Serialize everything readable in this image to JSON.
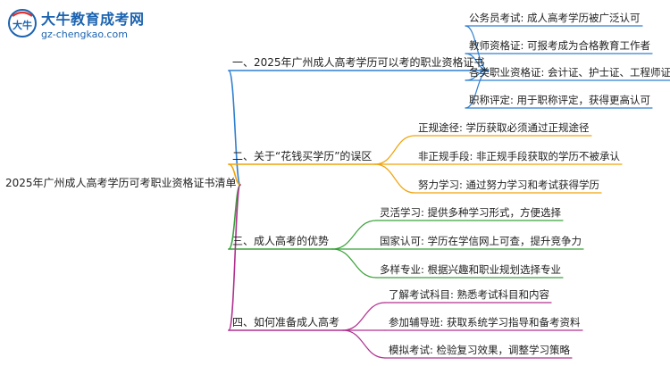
{
  "brand": {
    "name": "大牛教育成考网",
    "url": "gz-chengkao.com",
    "mark_text": "大牛"
  },
  "root": {
    "label": "2025年广州成人高考学历可考职业资格证书清单"
  },
  "branches": [
    {
      "label": "一、2025年广州成人高考学历可以考的职业资格证书",
      "color": "#2f7fd0",
      "children": [
        "公务员考试: 成人高考学历被广泛认可",
        "教师资格证: 可报考成为合格教育工作者",
        "各类职业资格证: 会计证、护士证、工程师证等",
        "职称评定: 用于职称评定，获得更高认可"
      ]
    },
    {
      "label": "二、关于“花钱买学历”的误区",
      "color": "#f0a30a",
      "children": [
        "正规途径: 学历获取必须通过正规途径",
        "非正规手段: 非正规手段获取的学历不被承认",
        "努力学习: 通过努力学习和考试获得学历"
      ]
    },
    {
      "label": "三、成人高考的优势",
      "color": "#3aa23a",
      "children": [
        "灵活学习: 提供多种学习形式，方便选择",
        "国家认可: 学历在学信网上可查，提升竞争力",
        "多样专业: 根据兴趣和职业规划选择专业"
      ]
    },
    {
      "label": "四、如何准备成人高考",
      "color": "#b0308f",
      "children": [
        "了解考试科目: 熟悉考试科目和内容",
        "参加辅导班: 获取系统学习指导和备考资料",
        "模拟考试: 检验复习效果，调整学习策略"
      ]
    }
  ]
}
